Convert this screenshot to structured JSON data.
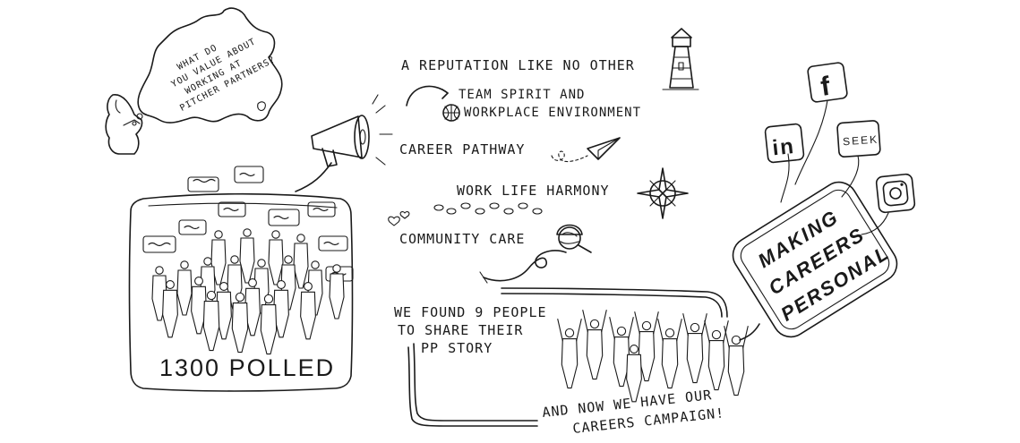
{
  "bubble": {
    "line1": "WHAT DO",
    "line2": "YOU VALUE ABOUT",
    "line3": "WORKING AT",
    "line4": "PITCHER PARTNERS?"
  },
  "values": {
    "reputation": "A REPUTATION LIKE NO OTHER",
    "team_line1": "TEAM SPIRIT AND",
    "team_line2": "WORKPLACE ENVIRONMENT",
    "career": "CAREER PATHWAY",
    "work_life": "WORK LIFE HARMONY",
    "community": "COMMUNITY CARE"
  },
  "poll": {
    "label": "1300 POLLED"
  },
  "stories": {
    "line1": "WE FOUND 9 PEOPLE",
    "line2": "TO SHARE THEIR",
    "line3": "PP STORY"
  },
  "campaign": {
    "line1": "AND NOW WE HAVE OUR",
    "line2": "CAREERS CAMPAIGN!"
  },
  "personal_sign": {
    "line1": "MAKING",
    "line2": "CAREERS",
    "line3": "PERSONAL"
  },
  "social": {
    "linkedin": "in",
    "facebook": "f",
    "seek": "SEEK",
    "instagram": "instagram-icon"
  },
  "colors": {
    "ink": "#1a1a1a",
    "paper": "#ffffff"
  }
}
